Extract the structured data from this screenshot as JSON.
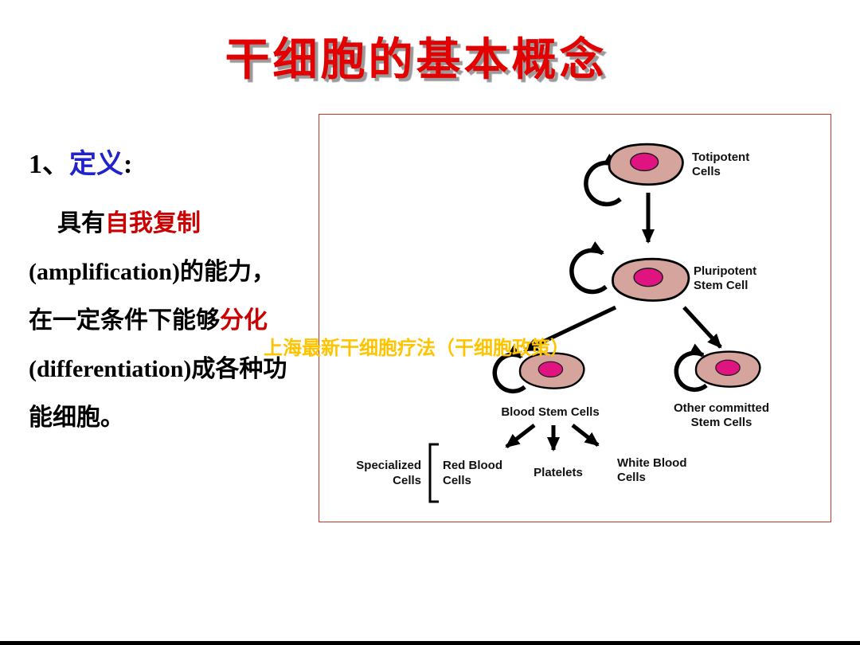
{
  "theme": {
    "title-red": "#e30000",
    "title-shadow": "#9a9a9a",
    "term-blue": "#2222cc",
    "accent-red": "#cc0000",
    "watermark-yellow": "#ffc400",
    "panel-border": "#c0392b",
    "cell-fill": "#d4a49d",
    "nucleus-fill": "#df1480"
  },
  "slide": {
    "title": "干细胞的基本概念",
    "heading": {
      "number": "1、",
      "term": "定义",
      "colon": ":"
    },
    "body": {
      "l1a": "具有",
      "l1b": "自我复制",
      "l2": "(amplification)的能力，",
      "l3a": "在一定条件下能够",
      "l3b": "分化",
      "l4": "(differentiation)成各种功",
      "l5": "能细胞。"
    }
  },
  "watermark": "上海最新干细胞疗法（干细胞政策）",
  "diagram": {
    "labels": {
      "totipotent1": "Totipotent",
      "totipotent2": "Cells",
      "pluripotent1": "Pluripotent",
      "pluripotent2": "Stem Cell",
      "blood_stem": "Blood Stem Cells",
      "other1": "Other committed",
      "other2": "Stem Cells",
      "specialized1": "Specialized",
      "specialized2": "Cells",
      "red_blood1": "Red Blood",
      "red_blood2": "Cells",
      "platelets": "Platelets",
      "white_blood1": "White Blood",
      "white_blood2": "Cells"
    }
  }
}
